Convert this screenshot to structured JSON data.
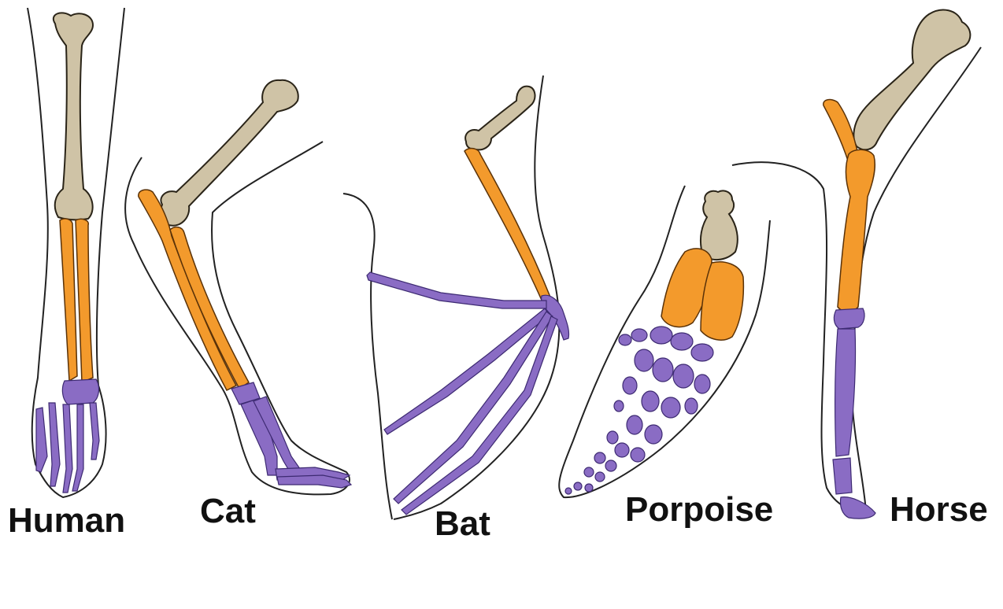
{
  "labels": {
    "human": "Human",
    "cat": "Cat",
    "bat": "Bat",
    "porpoise": "Porpoise",
    "horse": "Horse"
  },
  "colors": {
    "background": "#ffffff",
    "humerus": "#cfc3a6",
    "radius_ulna": "#f39a2c",
    "carpals_phalanges": "#8a6cc4",
    "label_text": "#111111"
  }
}
